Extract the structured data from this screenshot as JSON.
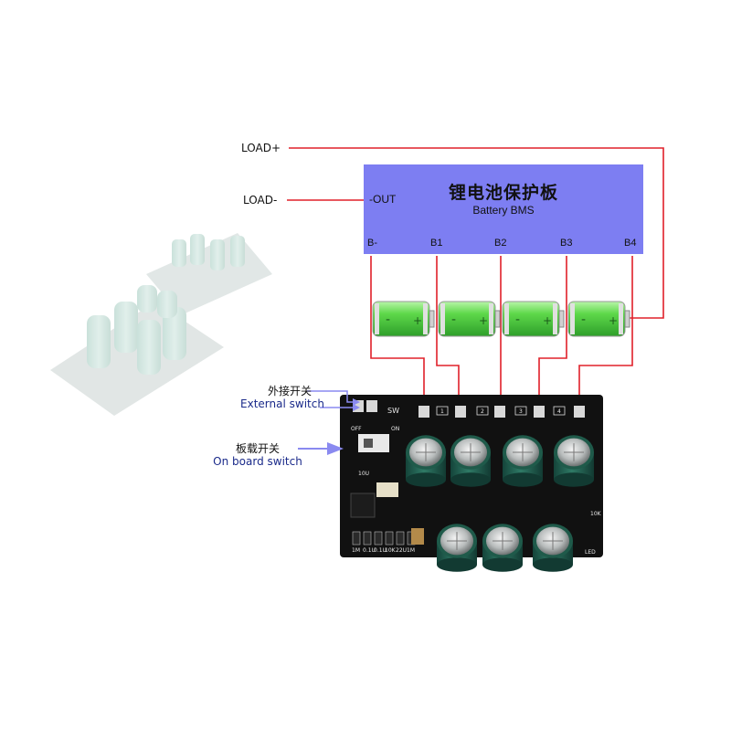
{
  "load": {
    "plus": "LOAD+",
    "minus": "LOAD-"
  },
  "bms": {
    "title": "锂电池保护板",
    "subtitle": "Battery BMS",
    "out_label": "-OUT",
    "terminals": [
      "B-",
      "B1",
      "B2",
      "B3",
      "B4"
    ]
  },
  "external_switch": {
    "cn": "外接开关",
    "en": "External switch"
  },
  "onboard_switch": {
    "cn": "板载开关",
    "en": "On board switch"
  },
  "board": {
    "sw_label": "SW",
    "off_label": "OFF",
    "on_label": "ON",
    "pad_numbers": [
      "1",
      "2",
      "3",
      "4"
    ],
    "resistor_labels": [
      "1M",
      "0.1U",
      "0.1U",
      "10K",
      "22U",
      "1M"
    ],
    "led_label": "LED",
    "r10k_label": "10K",
    "cap_label": "10U"
  },
  "colors": {
    "wire": "#e0202a",
    "bms_fill": "#7d7ef2",
    "pcb": "#111111",
    "battery": "#3fc83f",
    "arrow": "#8a8af0",
    "capacitor": "#1f5a4a"
  }
}
